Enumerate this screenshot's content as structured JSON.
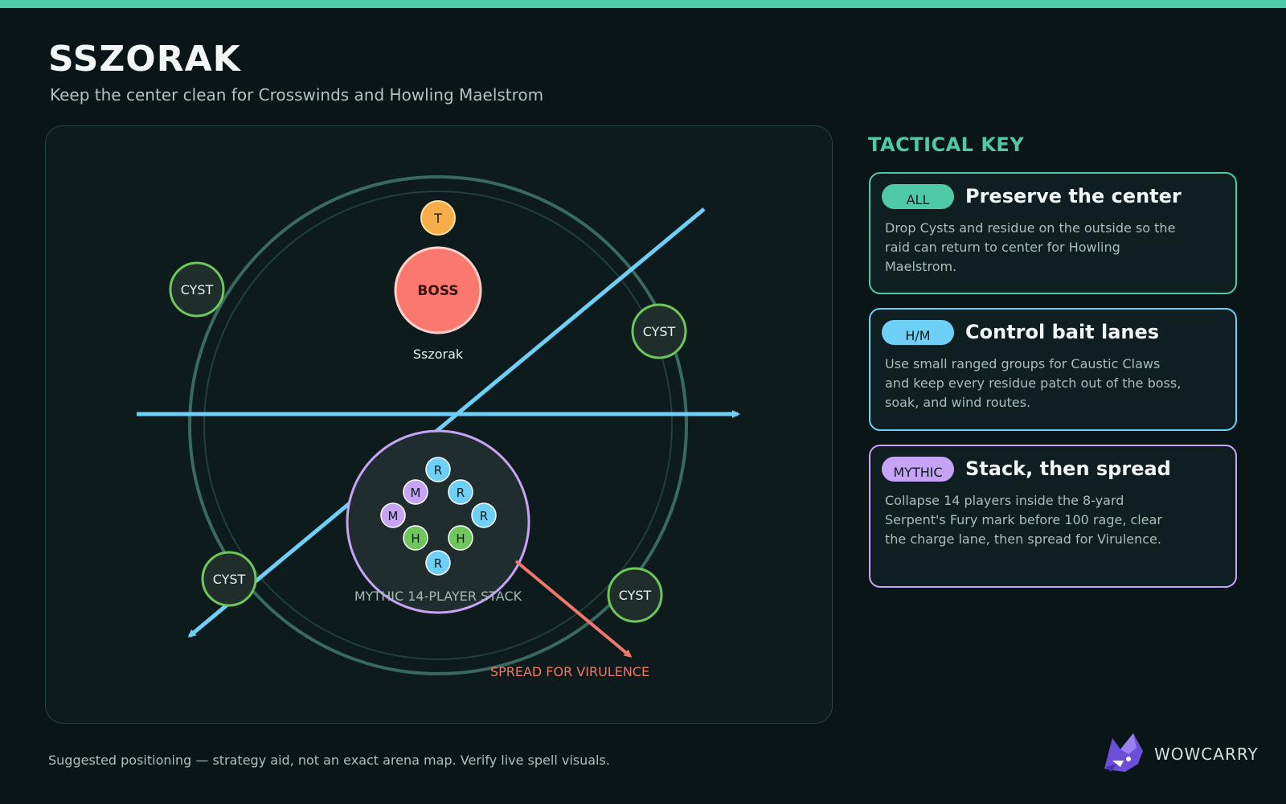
{
  "header": {
    "title": "SSZORAK",
    "subtitle": "Keep the center clean for Crosswinds and Howling Maelstrom"
  },
  "arena": {
    "boss_marker": "BOSS",
    "boss_name": "Sszorak",
    "tank_marker": "T",
    "cyst_label": "CYST",
    "stack_label": "MYTHIC 14-PLAYER STACK",
    "spread_label": "SPREAD FOR VIRULENCE",
    "role_ranged": "R",
    "role_melee": "M",
    "role_healer": "H"
  },
  "tactical_key": {
    "heading": "TACTICAL KEY",
    "cards": [
      {
        "badge": "ALL",
        "title": "Preserve the center",
        "body": "Drop Cysts and residue on the outside so the raid can return to center for Howling Maelstrom.",
        "color": "#4ecba6"
      },
      {
        "badge": "H/M",
        "title": "Control bait lanes",
        "body": "Use small ranged groups for Caustic Claws and keep every residue patch out of the boss, soak, and wind routes.",
        "color": "#6fd0f7"
      },
      {
        "badge": "MYTHIC",
        "title": "Stack, then spread",
        "body": "Collapse 14 players inside the 8-yard Serpent's Fury mark before 100 rage, clear the charge lane, then spread for Virulence.",
        "color": "#c7a3f5"
      }
    ]
  },
  "footer": {
    "note": "Suggested positioning — strategy aid, not an exact arena map. Verify live spell visuals.",
    "brand": "WOWCARRY"
  },
  "colors": {
    "accent": "#4ecba6",
    "wind": "#6fd0f7",
    "boss": "#fa786d",
    "tank": "#f8ad4b",
    "cyst": "#6fc65a",
    "mythic": "#c7a3f5",
    "healer": "#6fc65a",
    "spread": "#f0776a"
  }
}
